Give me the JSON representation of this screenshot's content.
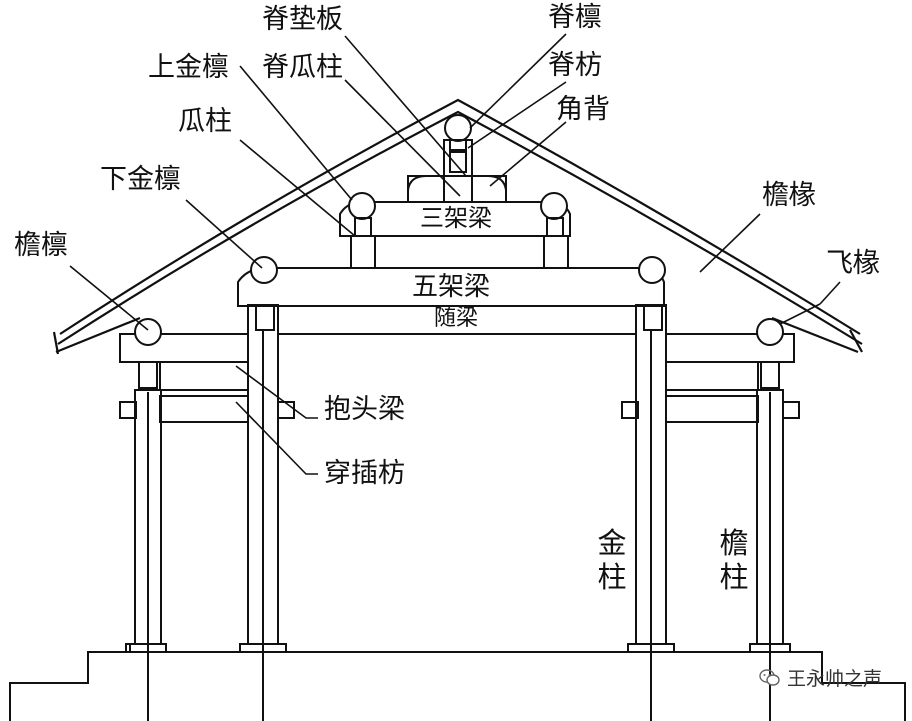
{
  "labels": {
    "ji_dian_ban": "脊垫板",
    "ji_lin": "脊檩",
    "shang_jin_lin": "上金檩",
    "ji_gua_zhu": "脊瓜柱",
    "ji_fang": "脊枋",
    "jiao_bei": "角背",
    "gua_zhu": "瓜柱",
    "xia_jin_lin": "下金檩",
    "yan_chuan": "檐椽",
    "yan_lin": "檐檩",
    "fei_chuan": "飞椽",
    "san_jia_liang": "三架梁",
    "wu_jia_liang": "五架梁",
    "sui_liang": "随梁",
    "bao_tou_liang": "抱头梁",
    "chuan_cha_fang": "穿插枋",
    "jin_zhu": "金柱",
    "yan_zhu": "檐柱"
  },
  "watermark": {
    "text": "王永帅之声",
    "icon": "wechat-icon"
  }
}
